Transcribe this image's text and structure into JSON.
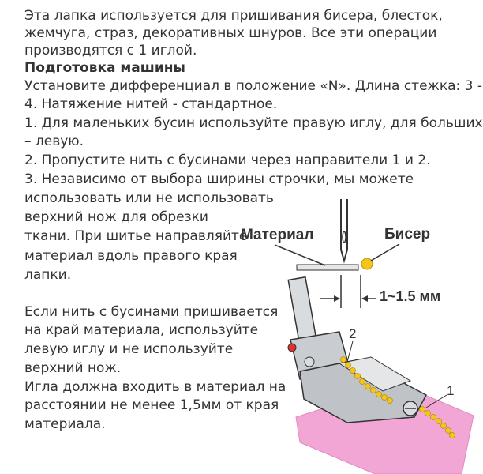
{
  "intro": {
    "line1": "Эта лапка используется для пришивания бисера, блесток,",
    "line2": "жемчуга, страз, декоративных шнуров. Все эти операции",
    "line3": "производятся с 1 иглой."
  },
  "section": {
    "heading": "Подготовка машины",
    "lines": [
      "Установите дифференциал в положение «N». Длина стежка: 3 -",
      "4. Натяжение нитей - стандартное.",
      "1. Для маленьких бусин используйте правую иглу, для больших",
      "– левую.",
      "2. Пропустите нить с бусинами через направители 1 и 2.",
      "3. Независимо от выбора ширины строчки, мы можете",
      "использовать или не использовать",
      "верхний нож для обрезки",
      "ткани. При шитье направляйте",
      "материал вдоль правого края",
      "лапки."
    ]
  },
  "note": {
    "lines": [
      "Если нить с бусинами пришивается",
      "на край материала, используйте",
      "левую иглу и не используйте",
      "верхний нож.",
      "Игла должна входить в материал на",
      "расстоянии не менее 1,5мм от края",
      "материала."
    ]
  },
  "diagram": {
    "label_material": "Материал",
    "label_beads": "Бисер",
    "label_distance": "1~1.5 мм",
    "callout_1": "1",
    "callout_2": "2",
    "colors": {
      "fabric": "#f2a6d6",
      "bead": "#f5c518",
      "metal": "#c9ccd1",
      "outline": "#333333",
      "red_button": "#e03030"
    }
  }
}
